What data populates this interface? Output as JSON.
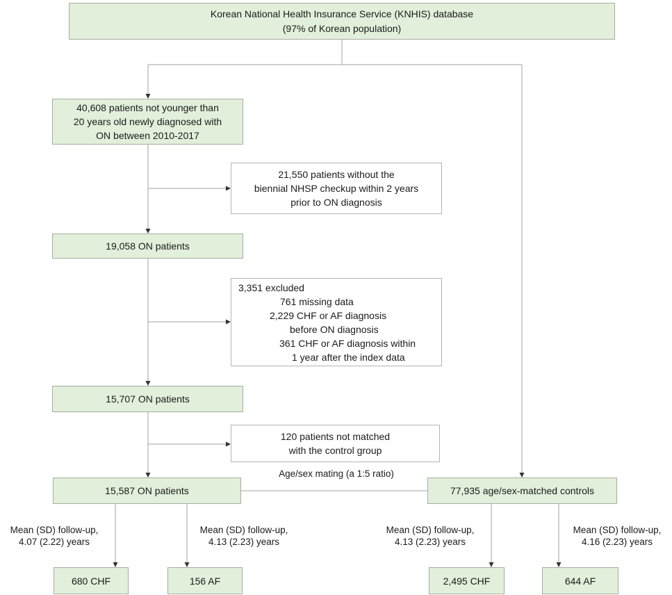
{
  "boxes": {
    "source": {
      "lines": [
        "Korean National Health Insurance Service (KNHIS) database",
        "(97% of Korean population)"
      ]
    },
    "diagnosed": {
      "lines": [
        "40,608 patients not younger than",
        "20 years old newly diagnosed with",
        "ON between 2010-2017"
      ]
    },
    "excluded_no_checkup": {
      "lines": [
        "21,550 patients without the",
        "biennial NHSP checkup within 2 years",
        "prior to ON diagnosis"
      ]
    },
    "on_19058": {
      "label": "19,058 ON patients"
    },
    "excluded_3351": {
      "lines": [
        "3,351 excluded",
        "761 missing data",
        "2,229 CHF or AF diagnosis",
        "before ON diagnosis",
        "361 CHF or AF diagnosis within",
        "1 year after the index data"
      ]
    },
    "on_15707": {
      "label": "15,707 ON patients"
    },
    "not_matched": {
      "lines": [
        "120 patients not matched",
        "with the control group"
      ]
    },
    "on_15587": {
      "label": "15,587 ON patients"
    },
    "controls": {
      "label": "77,935 age/sex-matched controls"
    },
    "outcome_chf_on": {
      "label": "680 CHF"
    },
    "outcome_af_on": {
      "label": "156 AF"
    },
    "outcome_chf_controls": {
      "label": "2,495 CHF"
    },
    "outcome_af_controls": {
      "label": "644 AF"
    }
  },
  "labels": {
    "matching": "Age/sex mating (a 1:5 ratio)",
    "followups": [
      {
        "lines": [
          "Mean (SD) follow-up,",
          "4.07 (2.22) years"
        ]
      },
      {
        "lines": [
          "Mean (SD) follow-up,",
          "4.13 (2.23) years"
        ]
      },
      {
        "lines": [
          "Mean (SD) follow-up,",
          "4.13 (2.23) years"
        ]
      },
      {
        "lines": [
          "Mean (SD) follow-up,",
          "4.16 (2.23) years"
        ]
      }
    ]
  },
  "colors": {
    "box_fill_green": "#e2efda",
    "box_border_green": "#a5ada0",
    "box_fill_white": "#ffffff",
    "box_border_gray": "#b3b3b3",
    "connector_line": "#a0a0a0",
    "arrowhead": "#333333",
    "text": "#1a1a1a",
    "background": "#ffffff"
  }
}
